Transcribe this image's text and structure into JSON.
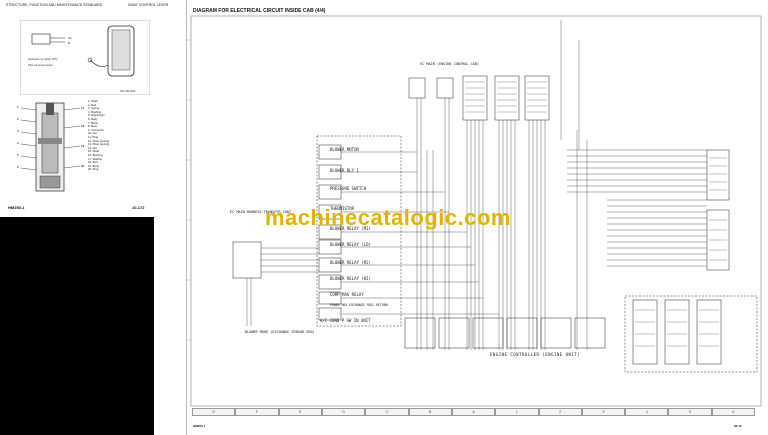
{
  "left_page": {
    "header_left": "STRUCTURE, FUNCTION AND MAINTENANCE STANDARD",
    "header_right": "SWAY CONTROL LEVER",
    "footer_left": "HM250-1",
    "footer_right": "10-172",
    "parts_list": [
      "1. Shaft",
      "2. Rod",
      "3. Spring",
      "4. Bushing",
      "5. Diaphragm",
      "6. Body",
      "7. Block",
      "8. Boot",
      "9. Connector",
      "10. Nut",
      "11. Plug",
      "12. Plate (spring)",
      "13. Plate (spring)",
      "14. Nut",
      "15. Shaft",
      "16. Bushing",
      "17. Washer",
      "18. Bolt",
      "19. Body",
      "20. Plug"
    ]
  },
  "diagram": {
    "title": "DIAGRAM FOR ELECTRICAL CIRCUIT INSIDE CAB (4/4)",
    "watermark": "machinecatalogic.com",
    "labels": {
      "blower_motor": "BLOWER MOTOR",
      "blower_rly_1": "BLOWER RLY 1",
      "pressure_switch": "PRESSURE SWITCH",
      "thermistor": "THERMISTOR",
      "blower_relay_mi": "BLOWER RELAY (M1)",
      "blower_relay_lo": "BLOWER RELAY (LO)",
      "blower_relay_m2": "BLOWER RELAY (M2)",
      "blower_relay_hi": "BLOWER RELAY (HI)",
      "comp_mag_relay": "COMP MAG RELAY",
      "power_max": "POWER MAX EXCHANGE FUEL RETURN",
      "ac_cond": "A/C COND P SW IN UNIT",
      "blower_mode": "BLOWER MODE (EXCHANGE SENSOR SEN)",
      "ec_main_harness": "EC MAIN HARNESS TRANSFER CONT",
      "engine_controller": "ENGINE CONTROLLER (ENGINE UNIT)",
      "top_connectors": "EC MAIN (ENGINE CONTROL CAB)"
    },
    "grid": [
      "G",
      "F",
      "E",
      "D",
      "C",
      "B",
      "A",
      "1",
      "2",
      "3",
      "4",
      "5",
      "6"
    ],
    "footer_left": "HM250-1",
    "footer_right": "90-13"
  }
}
